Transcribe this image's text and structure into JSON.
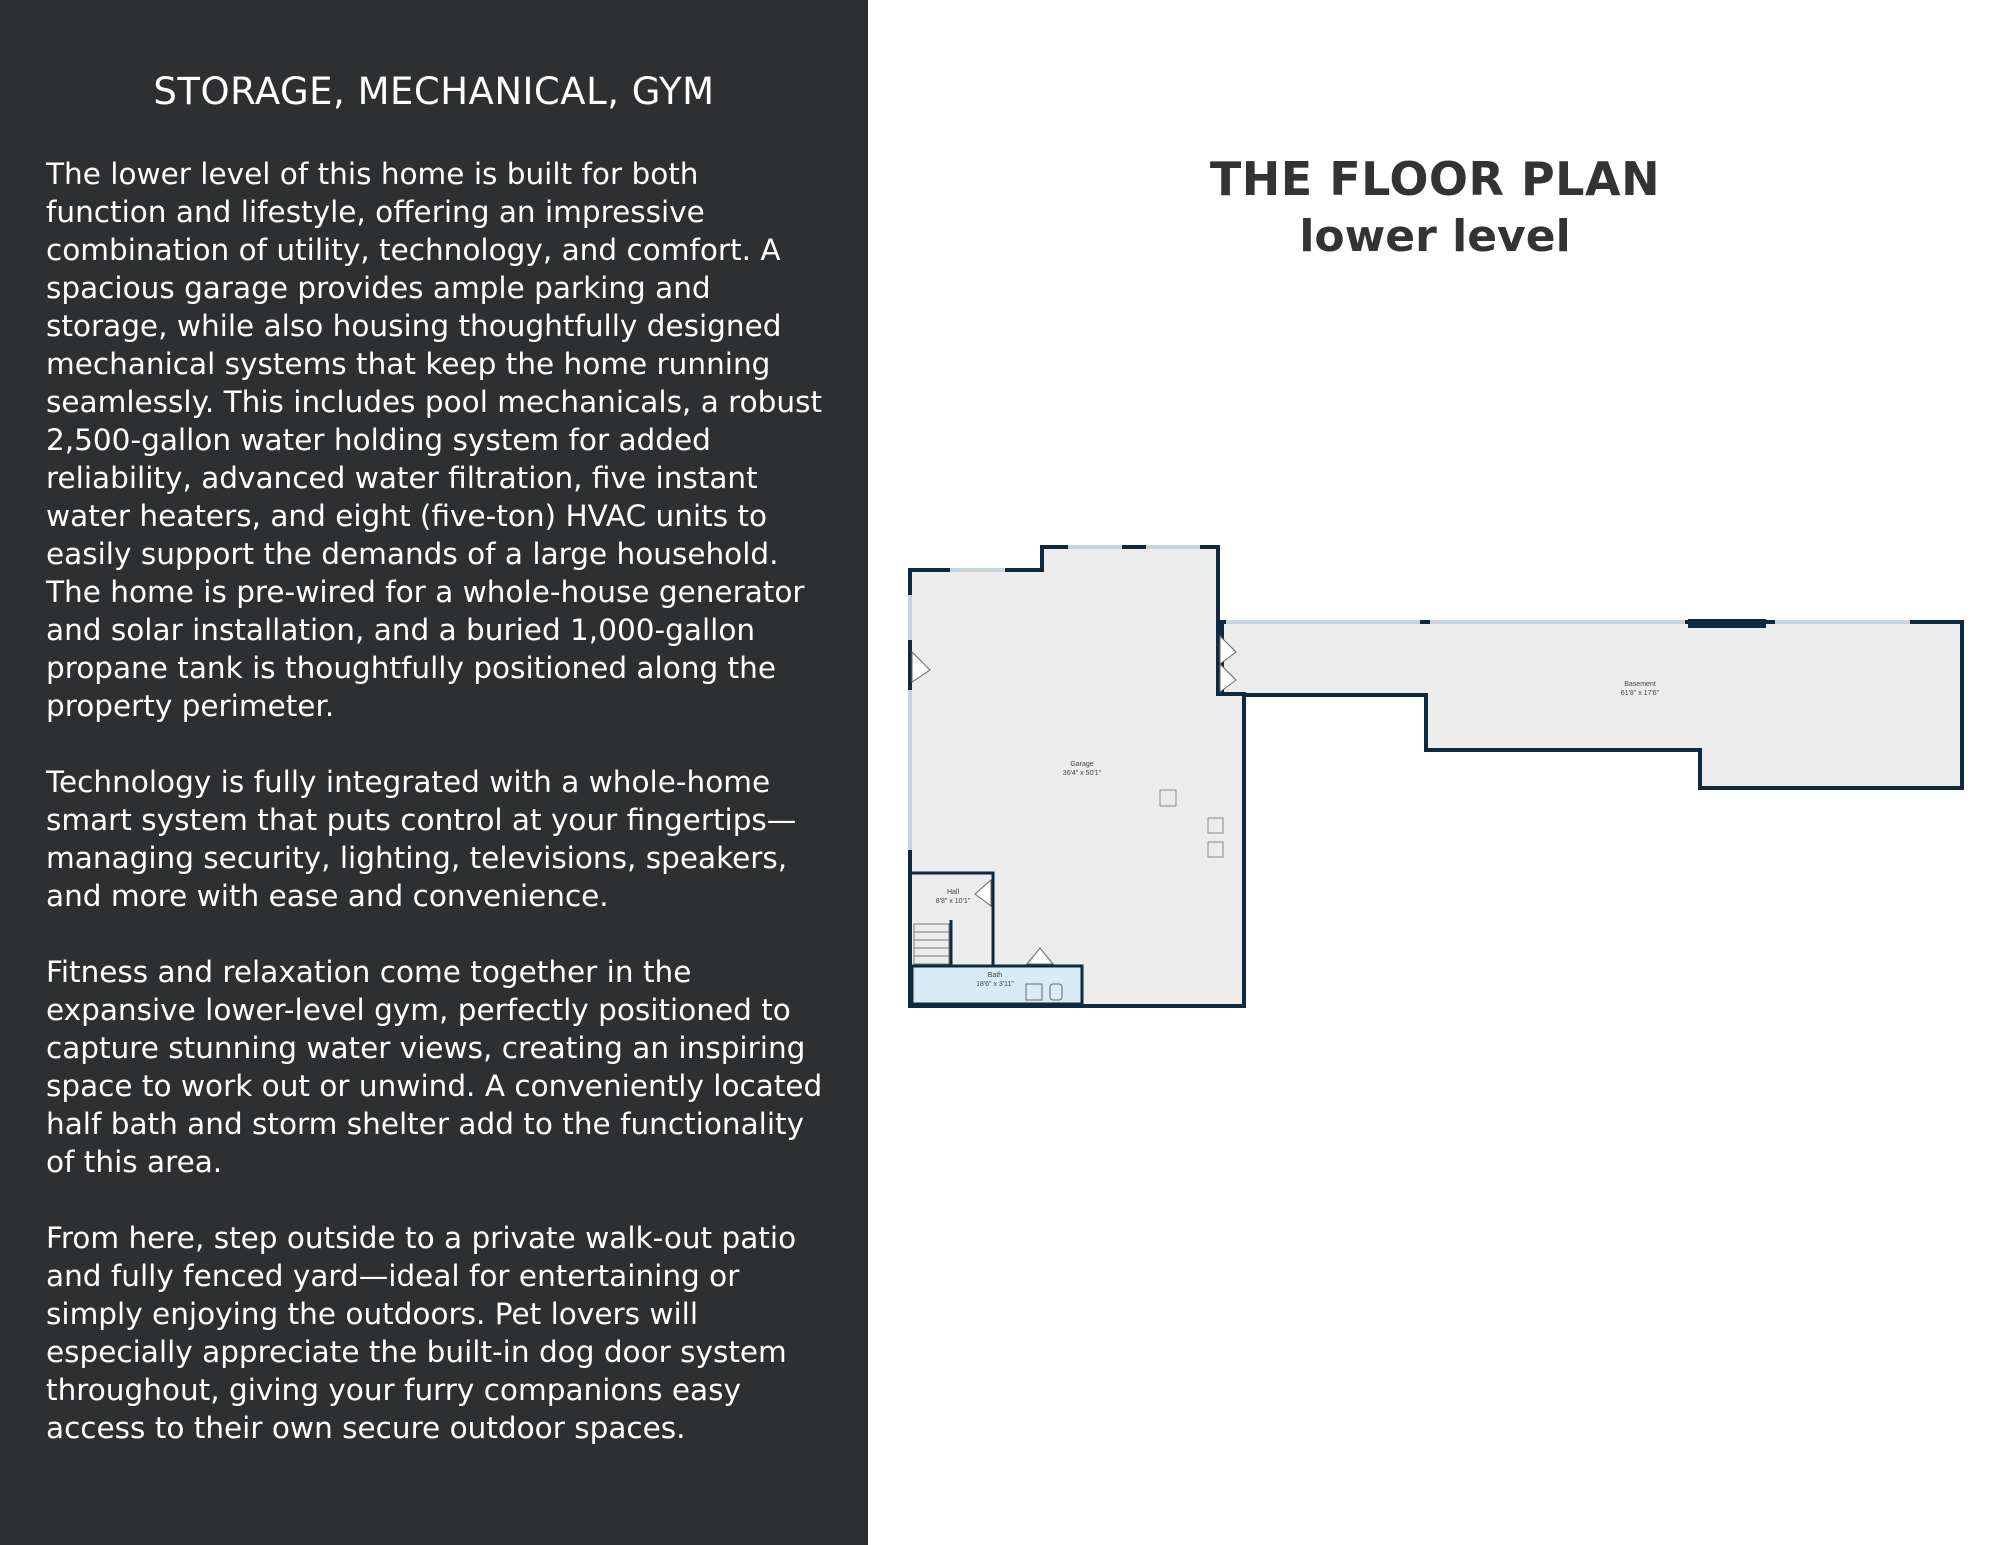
{
  "left": {
    "title": "STORAGE, MECHANICAL, GYM",
    "paragraphs": [
      "The lower level of this home is built for both function and lifestyle, offering an impressive combination of utility, technology, and comfort. A spacious garage provides ample parking and storage, while also housing thoughtfully designed mechanical systems that keep the home running seamlessly. This includes pool mechanicals, a robust 2,500-gallon water holding system for added reliability, advanced water filtration, five instant water heaters, and eight (five-ton) HVAC units to easily support the demands of a large household. The home is pre-wired for a whole-house generator and solar installation, and a buried 1,000-gallon propane tank is thoughtfully positioned along the property perimeter.",
      "Technology is fully integrated with a whole-home smart system that puts control at your fingertips—managing security, lighting, televisions, speakers, and more with ease and convenience.",
      "Fitness and relaxation come together in the expansive lower-level gym, perfectly positioned to capture stunning water views, creating an inspiring space to work out or unwind. A conveniently located half bath and storm shelter add to the functionality of this area.",
      "From here, step outside to a private walk-out patio and fully fenced yard—ideal for entertaining or simply enjoying the outdoors. Pet lovers will especially appreciate the built-in dog door system throughout, giving your furry companions easy access to their own secure outdoor spaces."
    ]
  },
  "right": {
    "title_line1": "THE FLOOR PLAN",
    "title_line2": "lower level"
  },
  "floor_plan": {
    "rooms": [
      {
        "name": "Garage",
        "dimensions": "36'4\" x 50'1\""
      },
      {
        "name": "Basement",
        "dimensions": "61'8\" x 17'6\""
      },
      {
        "name": "Hall",
        "dimensions": "8'8\" x 10'1\""
      },
      {
        "name": "Bath",
        "dimensions": "18'6\" x 3'11\""
      }
    ],
    "colors": {
      "wall": "#0f2a40",
      "floor": "#ececec",
      "bath_floor": "#d8ecf5",
      "left_panel": "#2e2f31"
    }
  }
}
